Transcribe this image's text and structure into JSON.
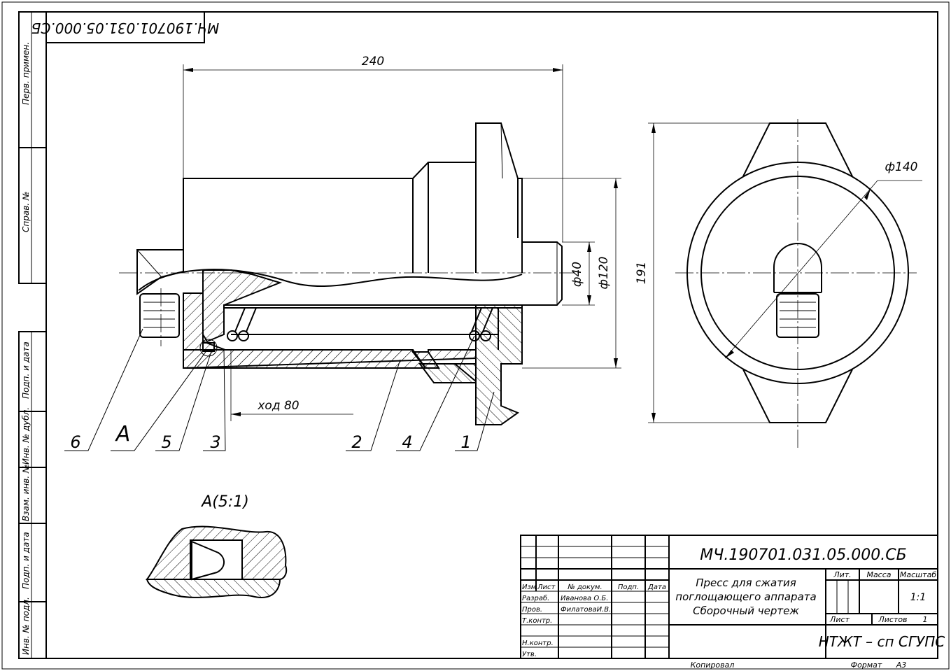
{
  "doc_code_mirrored": "МЧ.190701.031.05.000.СБ",
  "side_labels": {
    "perv_primen": "Перв. примен.",
    "sprav_no": "Справ. №",
    "podp_data_1": "Подп. и дата",
    "inv_dubl": "Инв. № дубл.",
    "vzam_inv": "Взам. инв. №",
    "podp_data_2": "Подп. и дата",
    "inv_podl": "Инв. № подл."
  },
  "dimensions": {
    "length": "240",
    "rod_dia": "ф40",
    "flange_dia": "ф120",
    "height": "191",
    "outer_dia": "ф140",
    "stroke": "ход 80"
  },
  "positions": [
    "6",
    "5",
    "3",
    "2",
    "4",
    "1"
  ],
  "view_a_label": "А",
  "detail_label": "А(5:1)",
  "title_block": {
    "designation": "МЧ.190701.031.05.000.СБ",
    "title_line1": "Пресс для сжатия",
    "title_line2": "поглощающего аппарата",
    "title_line3": "Сборочный чертеж",
    "col_izm": "Изм",
    "col_list": "Лист",
    "col_doc": "№ докум.",
    "col_podp": "Подп.",
    "col_data": "Дата",
    "razrab": "Разраб.",
    "razrab_name": "Иванова О.Б.",
    "prov": "Пров.",
    "prov_name": "ФилатоваИ.В.",
    "tkontr": "Т.контр.",
    "nkontr": "Н.контр.",
    "utv": "Утв.",
    "lit": "Лит.",
    "massa": "Масса",
    "masshtab": "Масштаб",
    "scale_value": "1:1",
    "list": "Лист",
    "listov": "Листов",
    "listov_value": "1",
    "org": "НТЖТ – сп СГУПС"
  },
  "footer": {
    "kopiroval": "Копировал",
    "format": "Формат",
    "format_value": "А3"
  }
}
